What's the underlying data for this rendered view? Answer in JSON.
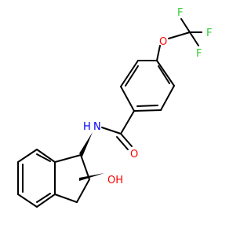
{
  "molecule": {
    "atoms": {
      "F_top_left": "F",
      "F_top_right": "F",
      "F_right": "F",
      "O_ether": "O",
      "N_amide": "N",
      "H_amide": "H",
      "O_carbonyl": "O",
      "OH_hydroxyl": "OH"
    },
    "colors": {
      "bond": "#000000",
      "oxygen": "#ff0000",
      "nitrogen": "#0000ff",
      "fluorine": "#33cc33"
    }
  }
}
